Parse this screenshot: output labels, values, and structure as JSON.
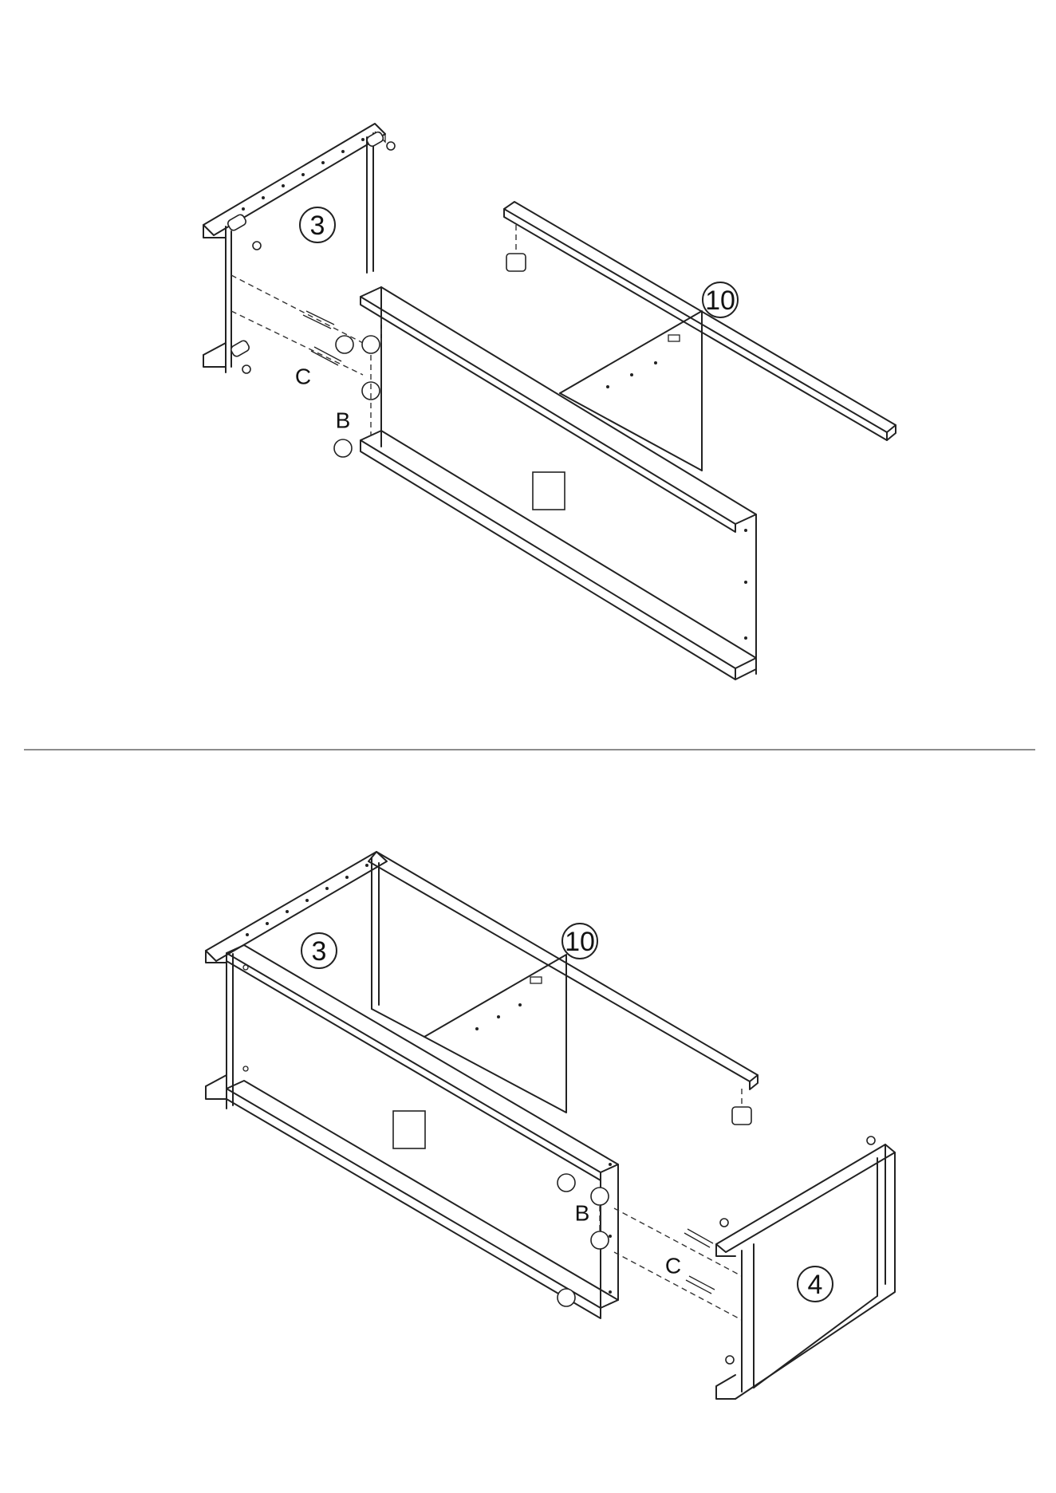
{
  "step_top": {
    "part_side_left": "3",
    "part_rail": "10",
    "hardware_cam_bolt": "C",
    "hardware_cam_lock": "B"
  },
  "step_bottom": {
    "part_side_left": "3",
    "part_rail": "10",
    "part_side_right": "4",
    "hardware_cam_bolt": "C",
    "hardware_cam_lock": "B"
  }
}
